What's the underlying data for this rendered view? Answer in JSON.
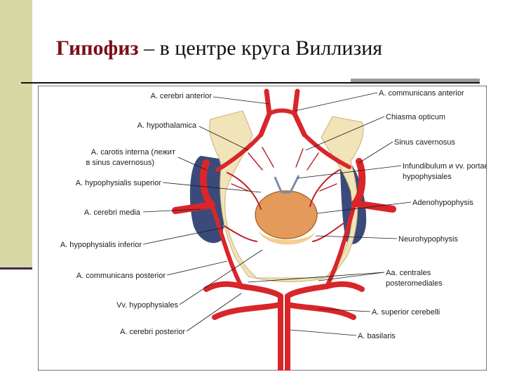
{
  "slide": {
    "title_highlight": "Гипофиз",
    "title_rest": " – в центре круга Виллизия"
  },
  "figure": {
    "labels_left": [
      "A. cerebri anterior",
      "A. hypothalamica",
      "A. carotis interna (лежит",
      "в sinus cavernosus)",
      "A. hypophysialis superior",
      "A. cerebri media",
      "A. hypophysialis inferior",
      "A. communicans posterior",
      "Vv. hypophysiales",
      "A. cerebri posterior"
    ],
    "labels_right": [
      "A. communicans anterior",
      "Chiasma opticum",
      "Sinus cavernosus",
      "Infundibulum и vv. portae",
      "hypophysiales",
      "Adenohypophysis",
      "Neurohypophysis",
      "Aa. centrales",
      "posteromediales",
      "A. superior cerebelli",
      "A. basilaris"
    ]
  },
  "colors": {
    "title_highlight": "#7a0f1a",
    "artery": "#d8262a",
    "artery_dark": "#a9151b",
    "chiasm": "#f1e4b8",
    "sinus": "#3a4a7a",
    "gland": "#e39a5a"
  }
}
